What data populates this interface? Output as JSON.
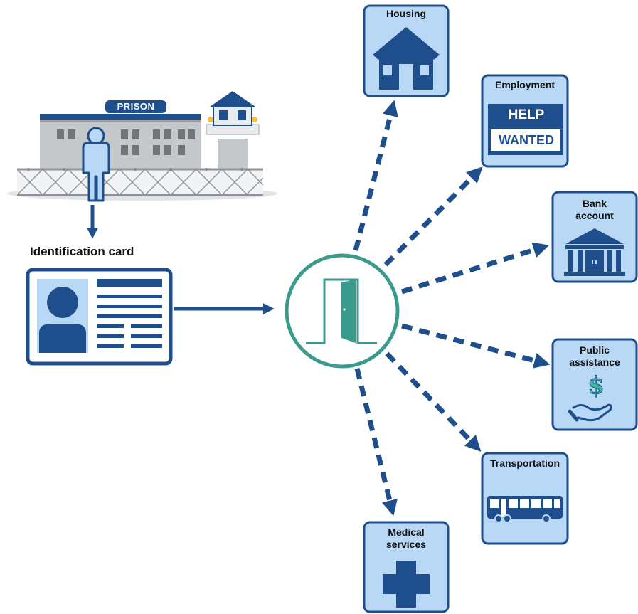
{
  "colors": {
    "navy": "#1f4e8c",
    "light_blue_fill": "#b9d8f6",
    "teal": "#3a9a8c",
    "building_gray": "#bfc3c6"
  },
  "prison": {
    "sign": "PRISON"
  },
  "id_card": {
    "title": "Identification card"
  },
  "hub": {
    "icon": "open-door-icon"
  },
  "services": [
    {
      "id": "housing",
      "label": "Housing",
      "icon": "house-icon"
    },
    {
      "id": "employment",
      "label": "Employment",
      "icon": "help-wanted-sign-icon",
      "sign_line1": "HELP",
      "sign_line2": "WANTED"
    },
    {
      "id": "bank",
      "label": "Bank account",
      "icon": "bank-building-icon"
    },
    {
      "id": "public",
      "label": "Public assistance",
      "icon": "hand-dollar-icon",
      "symbol": "$"
    },
    {
      "id": "transport",
      "label": "Transportation",
      "icon": "bus-icon"
    },
    {
      "id": "medical",
      "label": "Medical services",
      "icon": "medical-cross-icon"
    }
  ]
}
